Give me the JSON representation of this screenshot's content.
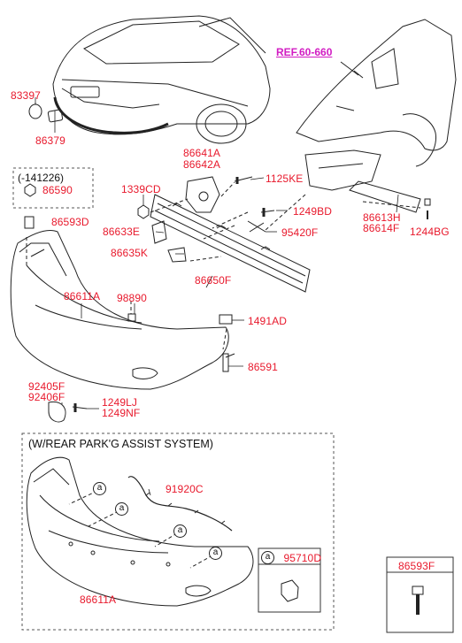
{
  "ref_label": "REF.60-660",
  "date_note": "(-141226)",
  "variant_note": "(W/REAR PARK'G ASSIST SYSTEM)",
  "callout_letter": "a",
  "parts": {
    "p83397": "83397",
    "p86379": "86379",
    "p86590": "86590",
    "p86593D": "86593D",
    "p86641A": "86641A",
    "p86642A": "86642A",
    "p1125KE": "1125KE",
    "p1339CD": "1339CD",
    "p1249BD": "1249BD",
    "p86633E": "86633E",
    "p95420F": "95420F",
    "p86635K": "86635K",
    "p86613H": "86613H",
    "p86614F": "86614F",
    "p1244BG": "1244BG",
    "p86650F": "86650F",
    "p86611A": "86611A",
    "p98890": "98890",
    "p1491AD": "1491AD",
    "p86591": "86591",
    "p92405F": "92405F",
    "p92406F": "92406F",
    "p1249LJ": "1249LJ",
    "p1249NF": "1249NF",
    "p91920C": "91920C",
    "p95710D": "95710D",
    "p86611A_b": "86611A",
    "p86593F": "86593F"
  },
  "colors": {
    "label": "#e8192c",
    "ref": "#d21cc3",
    "line": "#222222"
  }
}
